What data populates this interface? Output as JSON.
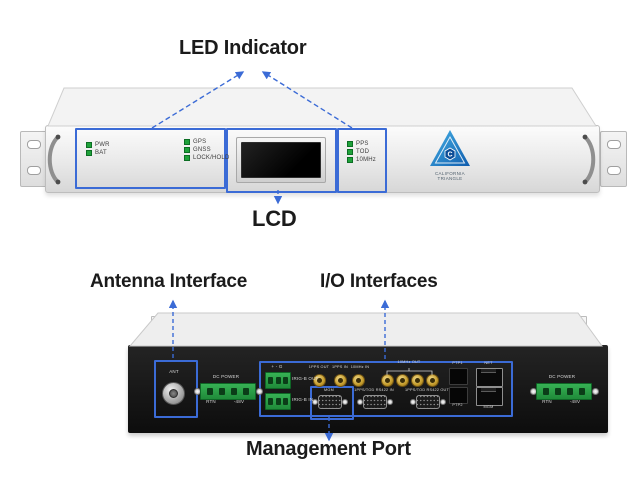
{
  "annotations": {
    "led_indicator": "LED Indicator",
    "lcd": "LCD",
    "antenna_interface": "Antenna Interface",
    "io_interfaces": "I/O Interfaces",
    "management_port": "Management Port"
  },
  "front_panel": {
    "leds_left": [
      "PWR",
      "BAT"
    ],
    "leds_mid": [
      "GPS",
      "GNSS",
      "LOCK/HOLD"
    ],
    "leds_right": [
      "PPS",
      "TOD",
      "10MHz"
    ],
    "logo_letter": "C",
    "logo_text": "CALIFORNIA TRIANGLE"
  },
  "rear_panel": {
    "antenna_label": "ANT",
    "dc_power_left": {
      "title": "DC POWER",
      "pin_neg": "RTN",
      "pin_pos": "-48V"
    },
    "dc_power_right": {
      "title": "DC POWER",
      "pin_neg": "RTN",
      "pin_pos": "-48V"
    },
    "terminal_header": "+  -  G",
    "irig_out": "IRIG-B OUT",
    "irig_in": "IRIG-B IN",
    "sma_labels": [
      "1PPS OUT",
      "1PPS IN",
      "10MHz IN"
    ],
    "sma_group_label": "10MHz OUT",
    "db9_labels": [
      "MGM",
      "1PPS/TOD RS422 IN",
      "1PPS/TOD RS422 OUT"
    ],
    "fiber_labels": [
      "PTP1",
      "PTP2"
    ],
    "rj45_labels": [
      "NET",
      "MGM"
    ]
  },
  "colors": {
    "annotation_blue": "#3b6bd6",
    "led_green": "#1fa23a",
    "terminal_green": "#27a844",
    "panel_black": "#191919"
  }
}
